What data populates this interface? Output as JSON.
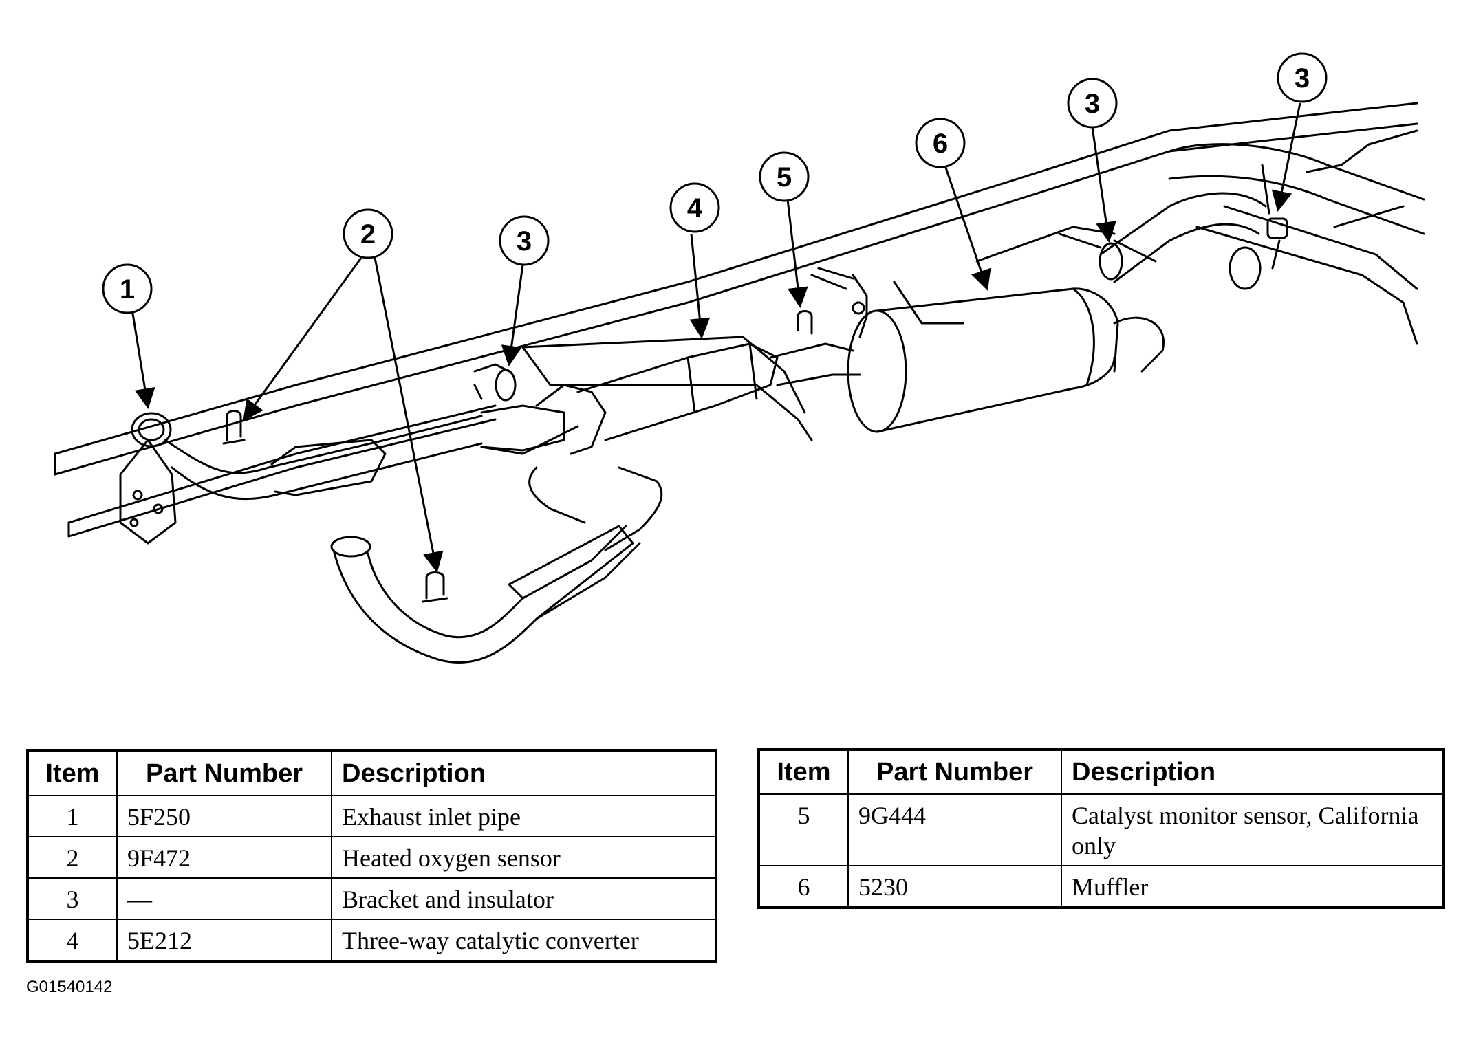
{
  "callouts": [
    "1",
    "2",
    "3",
    "4",
    "5",
    "3",
    "3",
    "6"
  ],
  "tables": [
    {
      "headers": [
        "Item",
        "Part Number",
        "Description"
      ],
      "rows": [
        [
          "1",
          "5F250",
          "Exhaust inlet pipe"
        ],
        [
          "2",
          "9F472",
          "Heated oxygen sensor"
        ],
        [
          "3",
          "—",
          "Bracket and insulator"
        ],
        [
          "4",
          "5E212",
          "Three-way catalytic converter"
        ]
      ]
    },
    {
      "headers": [
        "Item",
        "Part Number",
        "Description"
      ],
      "rows": [
        [
          "5",
          "9G444",
          "Catalyst monitor sensor, California only"
        ],
        [
          "6",
          "5230",
          "Muffler"
        ]
      ]
    }
  ],
  "figure_id": "G01540142"
}
